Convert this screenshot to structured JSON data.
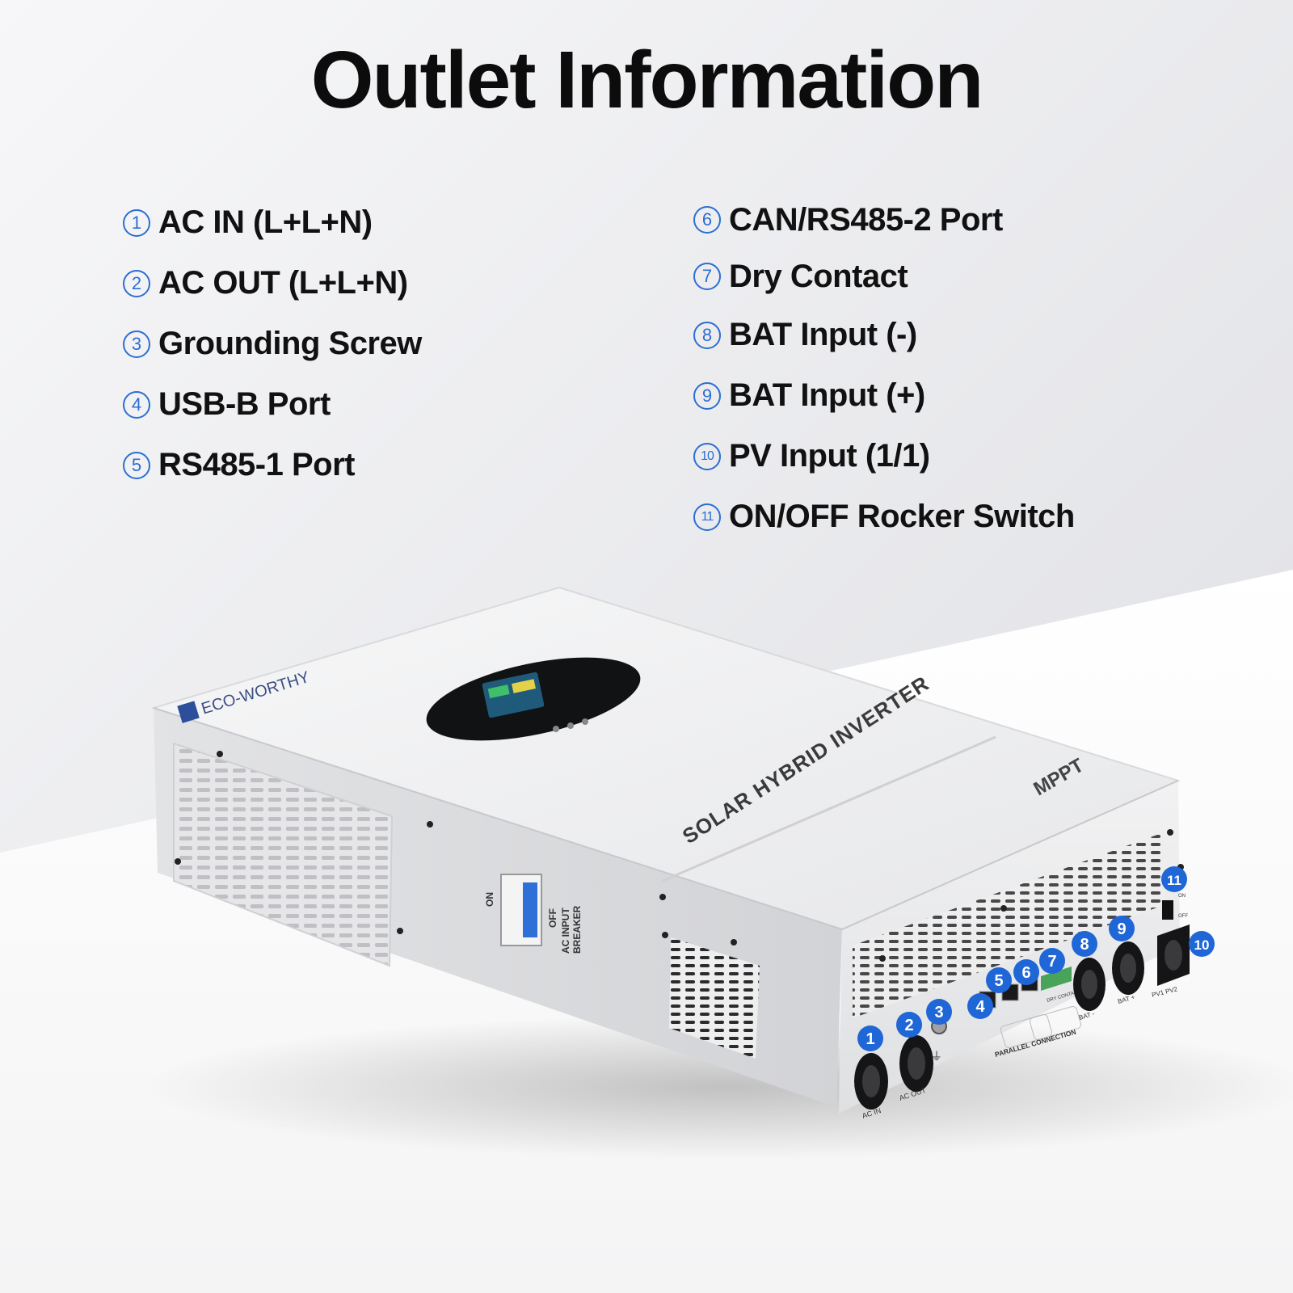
{
  "title": "Outlet Information",
  "outlets_left": [
    {
      "num": "1",
      "label": "AC IN (L+L+N)"
    },
    {
      "num": "2",
      "label": "AC OUT (L+L+N)"
    },
    {
      "num": "3",
      "label": "Grounding Screw"
    },
    {
      "num": "4",
      "label": "USB-B Port"
    },
    {
      "num": "5",
      "label": "RS485-1 Port"
    }
  ],
  "outlets_right": [
    {
      "num": "6",
      "label": "CAN/RS485-2 Port"
    },
    {
      "num": "7",
      "label": "Dry Contact"
    },
    {
      "num": "8",
      "label": "BAT Input (-)"
    },
    {
      "num": "9",
      "label": "BAT Input (+)"
    },
    {
      "num": "10",
      "label": "PV Input (1/1)"
    },
    {
      "num": "11",
      "label": "ON/OFF Rocker Switch"
    }
  ],
  "device": {
    "brand": "ECO-WORTHY",
    "product_text": "SOLAR HYBRID INVERTER",
    "mppt_text": "MPPT",
    "breaker_on": "ON",
    "breaker_off": "OFF",
    "breaker_label_1": "AC INPUT",
    "breaker_label_2": "BREAKER",
    "port_ac_in": "AC IN",
    "port_ac_out": "AC OUT",
    "parallel": "PARALLEL CONNECTION",
    "dry_contact": "DRY CONTACT",
    "bat_minus": "BAT -",
    "bat_plus": "BAT +",
    "pv": "PV1  PV2",
    "switch_on": "ON",
    "switch_off": "OFF"
  },
  "colors": {
    "accent": "#2c6ed3",
    "marker": "#1f66d6",
    "device_body": "#eeeff0"
  }
}
